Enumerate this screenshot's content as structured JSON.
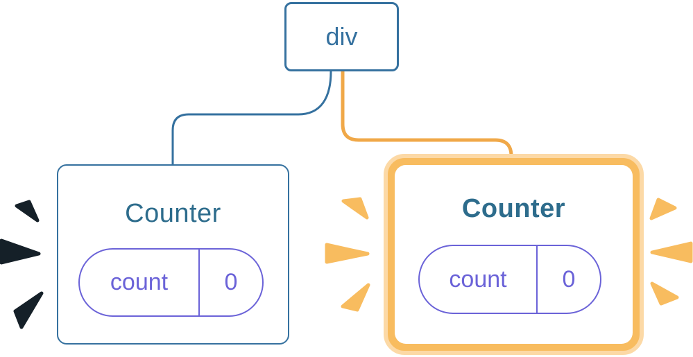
{
  "colors": {
    "blue": "#35719f",
    "teal": "#2d6c8c",
    "purple": "#6b63d8",
    "orange": "#f8bc5f",
    "orange-light": "#fcd9a6",
    "orange-deep": "#f0a848",
    "spark-dark": "#152028",
    "wire-casing": "#ffffff"
  },
  "tree": {
    "root": {
      "label": "div"
    },
    "children": [
      {
        "title": "Counter",
        "state_key": "count",
        "state_value": "0",
        "highlighted": false
      },
      {
        "title": "Counter",
        "state_key": "count",
        "state_value": "0",
        "highlighted": true
      }
    ]
  }
}
